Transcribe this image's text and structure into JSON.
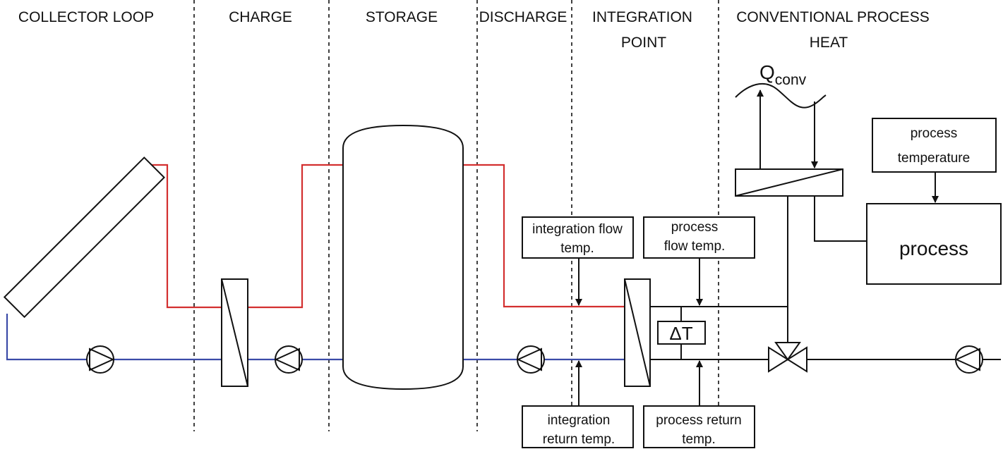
{
  "sections": {
    "collector_loop": "COLLECTOR LOOP",
    "charge": "CHARGE",
    "storage": "STORAGE",
    "discharge": "DISCHARGE",
    "integration_point_line1": "INTEGRATION",
    "integration_point_line2": "POINT",
    "conventional_line1": "CONVENTIONAL PROCESS",
    "conventional_line2": "HEAT"
  },
  "heat_source": {
    "symbol": "Q",
    "subscript": "conv"
  },
  "labels": {
    "integration_flow_temp_line1": "integration flow",
    "integration_flow_temp_line2": "temp.",
    "process_flow_temp_line1": "process",
    "process_flow_temp_line2": "flow temp.",
    "integration_return_temp_line1": "integration",
    "integration_return_temp_line2": "return temp.",
    "process_return_temp_line1": "process return",
    "process_return_temp_line2": "temp.",
    "process_temperature_line1": "process",
    "process_temperature_line2": "temperature",
    "process": "process",
    "delta_t": "ΔT"
  },
  "colors": {
    "hot_line": "#d32f2f",
    "cold_line": "#3b4ba8",
    "line": "#111111"
  }
}
